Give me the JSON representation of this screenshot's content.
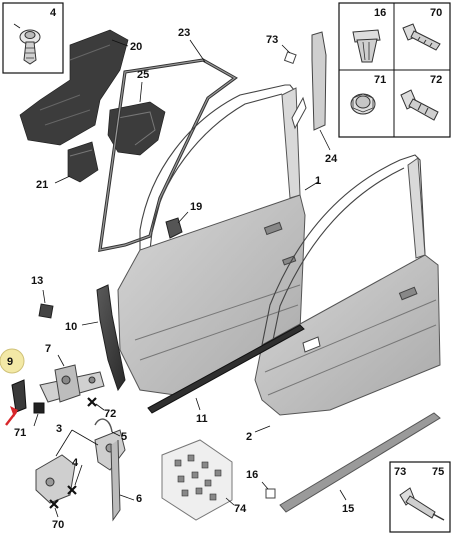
{
  "labels": {
    "l1": "1",
    "l2": "2",
    "l3": "3",
    "l4a": "4",
    "l4b": "4",
    "l5": "5",
    "l6": "6",
    "l7": "7",
    "l9": "9",
    "l10": "10",
    "l11": "11",
    "l13": "13",
    "l15": "15",
    "l16a": "16",
    "l16b": "16",
    "l19": "19",
    "l20": "20",
    "l21": "21",
    "l23": "23",
    "l24": "24",
    "l25": "25",
    "l70a": "70",
    "l70b": "70",
    "l71a": "71",
    "l71b": "71",
    "l72a": "72",
    "l72b": "72",
    "l73a": "73",
    "l73b": "73",
    "l74": "74",
    "l75": "75"
  },
  "colors": {
    "highlight_circle": "#f3e9a6",
    "pointer_arrow": "#d8262a",
    "door_panel": "#bdbdbd",
    "dark_part": "#3c3c3c"
  }
}
